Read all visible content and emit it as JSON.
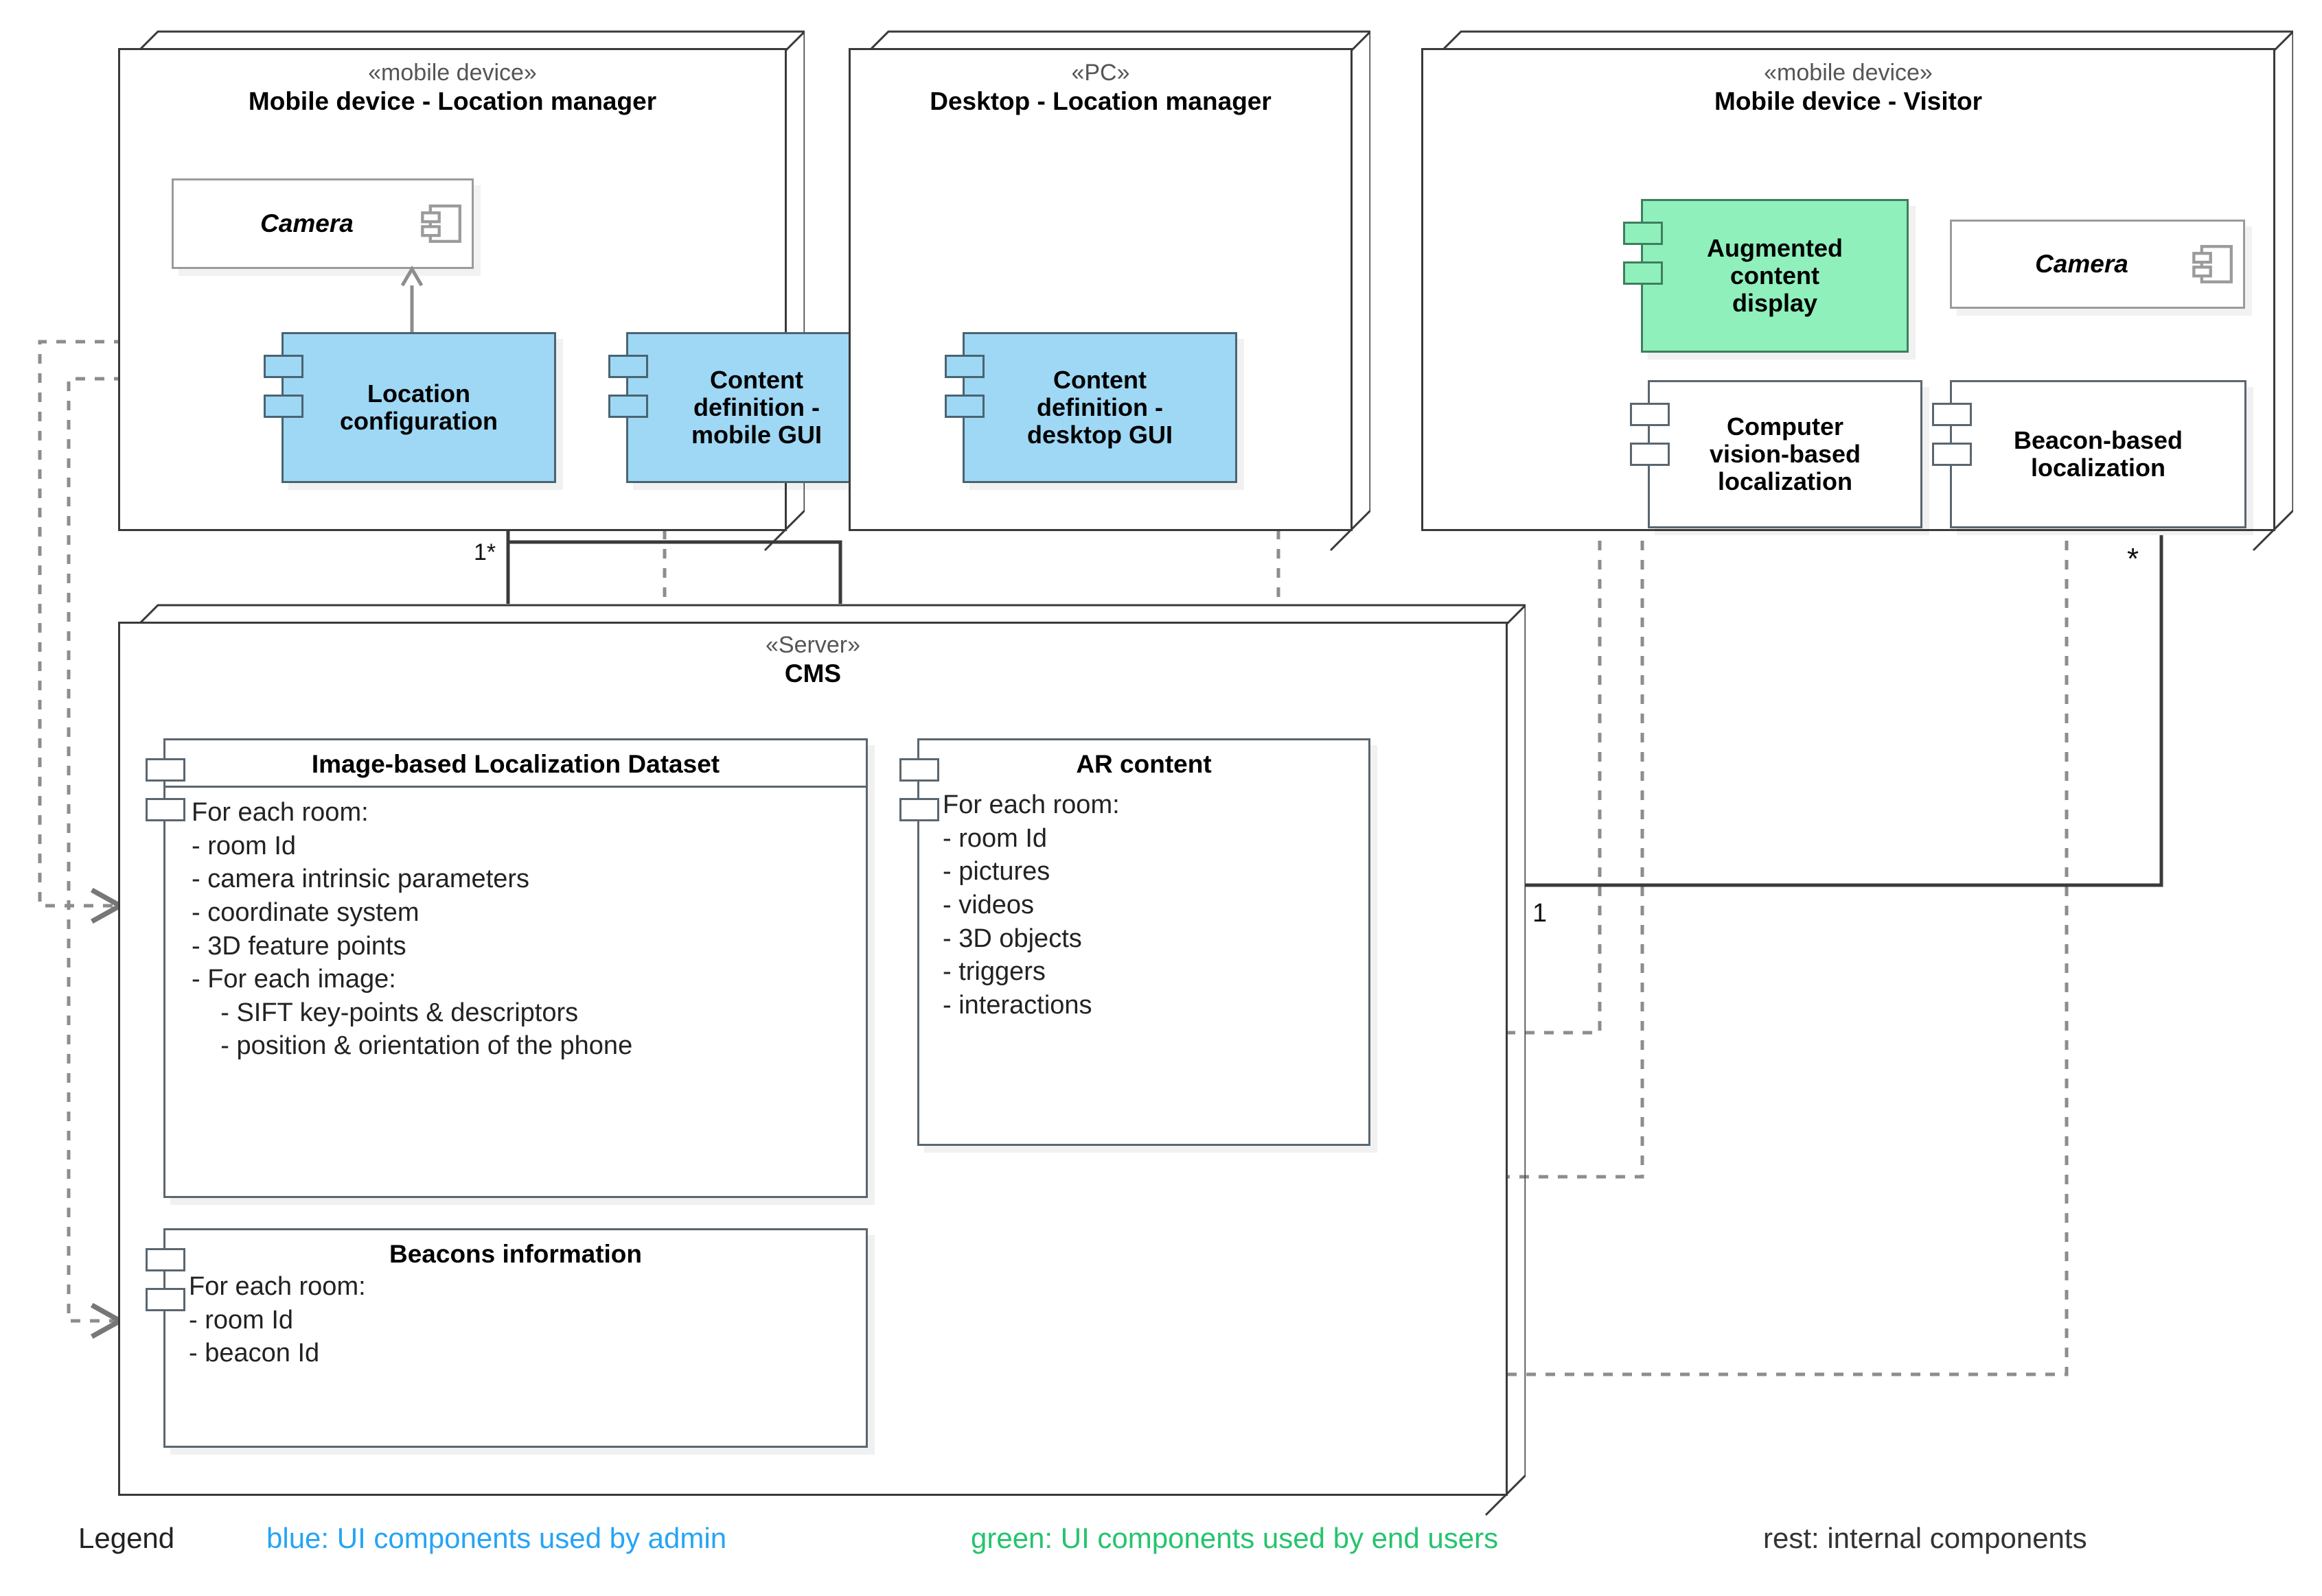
{
  "diagram": {
    "title": "UML deployment diagram - AR indoor localization system",
    "colors": {
      "blue_component": "#9ed8f5",
      "green_component": "#8ff0bc",
      "legend_blue_text": "#26a4f5",
      "legend_green_text": "#25c46e",
      "node_border": "#3a3a3a",
      "component_border": "#5a6670"
    }
  },
  "nodes": [
    {
      "id": "mobile-location-manager",
      "stereotype": "«mobile device»",
      "name": "Mobile device - Location manager",
      "artifacts": [
        {
          "id": "camera-lm",
          "name": "Camera",
          "icon": "component-icon"
        }
      ],
      "components": [
        {
          "id": "location-configuration",
          "label": "Location\nconfiguration",
          "color": "blue"
        },
        {
          "id": "content-definition-mobile-gui",
          "label": "Content\ndefinition -\nmobile GUI",
          "color": "blue"
        }
      ]
    },
    {
      "id": "desktop-location-manager",
      "stereotype": "«PC»",
      "name": "Desktop - Location manager",
      "artifacts": [],
      "components": [
        {
          "id": "content-definition-desktop-gui",
          "label": "Content\ndefinition -\ndesktop GUI",
          "color": "blue"
        }
      ]
    },
    {
      "id": "mobile-visitor",
      "stereotype": "«mobile device»",
      "name": "Mobile device - Visitor",
      "artifacts": [
        {
          "id": "camera-visitor",
          "name": "Camera",
          "icon": "component-icon"
        }
      ],
      "components": [
        {
          "id": "augmented-content-display",
          "label": "Augmented\ncontent\ndisplay",
          "color": "green"
        },
        {
          "id": "computer-vision-based-localization",
          "label": "Computer\nvision-based\nlocalization",
          "color": "white"
        },
        {
          "id": "beacon-based-localization",
          "label": "Beacon-based\nlocalization",
          "color": "white"
        }
      ]
    },
    {
      "id": "cms-server",
      "stereotype": "«Server»",
      "name": "CMS",
      "artifacts": [],
      "components": [
        {
          "id": "image-based-localization-dataset",
          "title": "Image-based Localization Dataset",
          "lines": [
            "For each room:",
            "- room Id",
            "- camera intrinsic parameters",
            "- coordinate system",
            "- 3D feature points",
            "- For each image:",
            "    - SIFT key-points & descriptors",
            "    - position & orientation of the phone"
          ]
        },
        {
          "id": "ar-content",
          "title": "AR content",
          "lines": [
            "For each room:",
            "- room Id",
            "- pictures",
            "- videos",
            "- 3D objects",
            "- triggers",
            "- interactions"
          ]
        },
        {
          "id": "beacons-information",
          "title": "Beacons information",
          "lines": [
            "For each room:",
            "- room Id",
            "- beacon Id"
          ]
        }
      ]
    }
  ],
  "multiplicities": [
    {
      "id": "mult-one-star",
      "value": "1*"
    },
    {
      "id": "mult-star",
      "value": "*"
    },
    {
      "id": "mult-one",
      "value": "1"
    }
  ],
  "legend": {
    "label": "Legend",
    "items": [
      {
        "id": "legend-blue",
        "text": "blue: UI components used by admin",
        "color": "#26a4f5"
      },
      {
        "id": "legend-green",
        "text": "green: UI components used by end users",
        "color": "#25c46e"
      },
      {
        "id": "legend-rest",
        "text": "rest: internal components",
        "color": "#333333"
      }
    ]
  }
}
